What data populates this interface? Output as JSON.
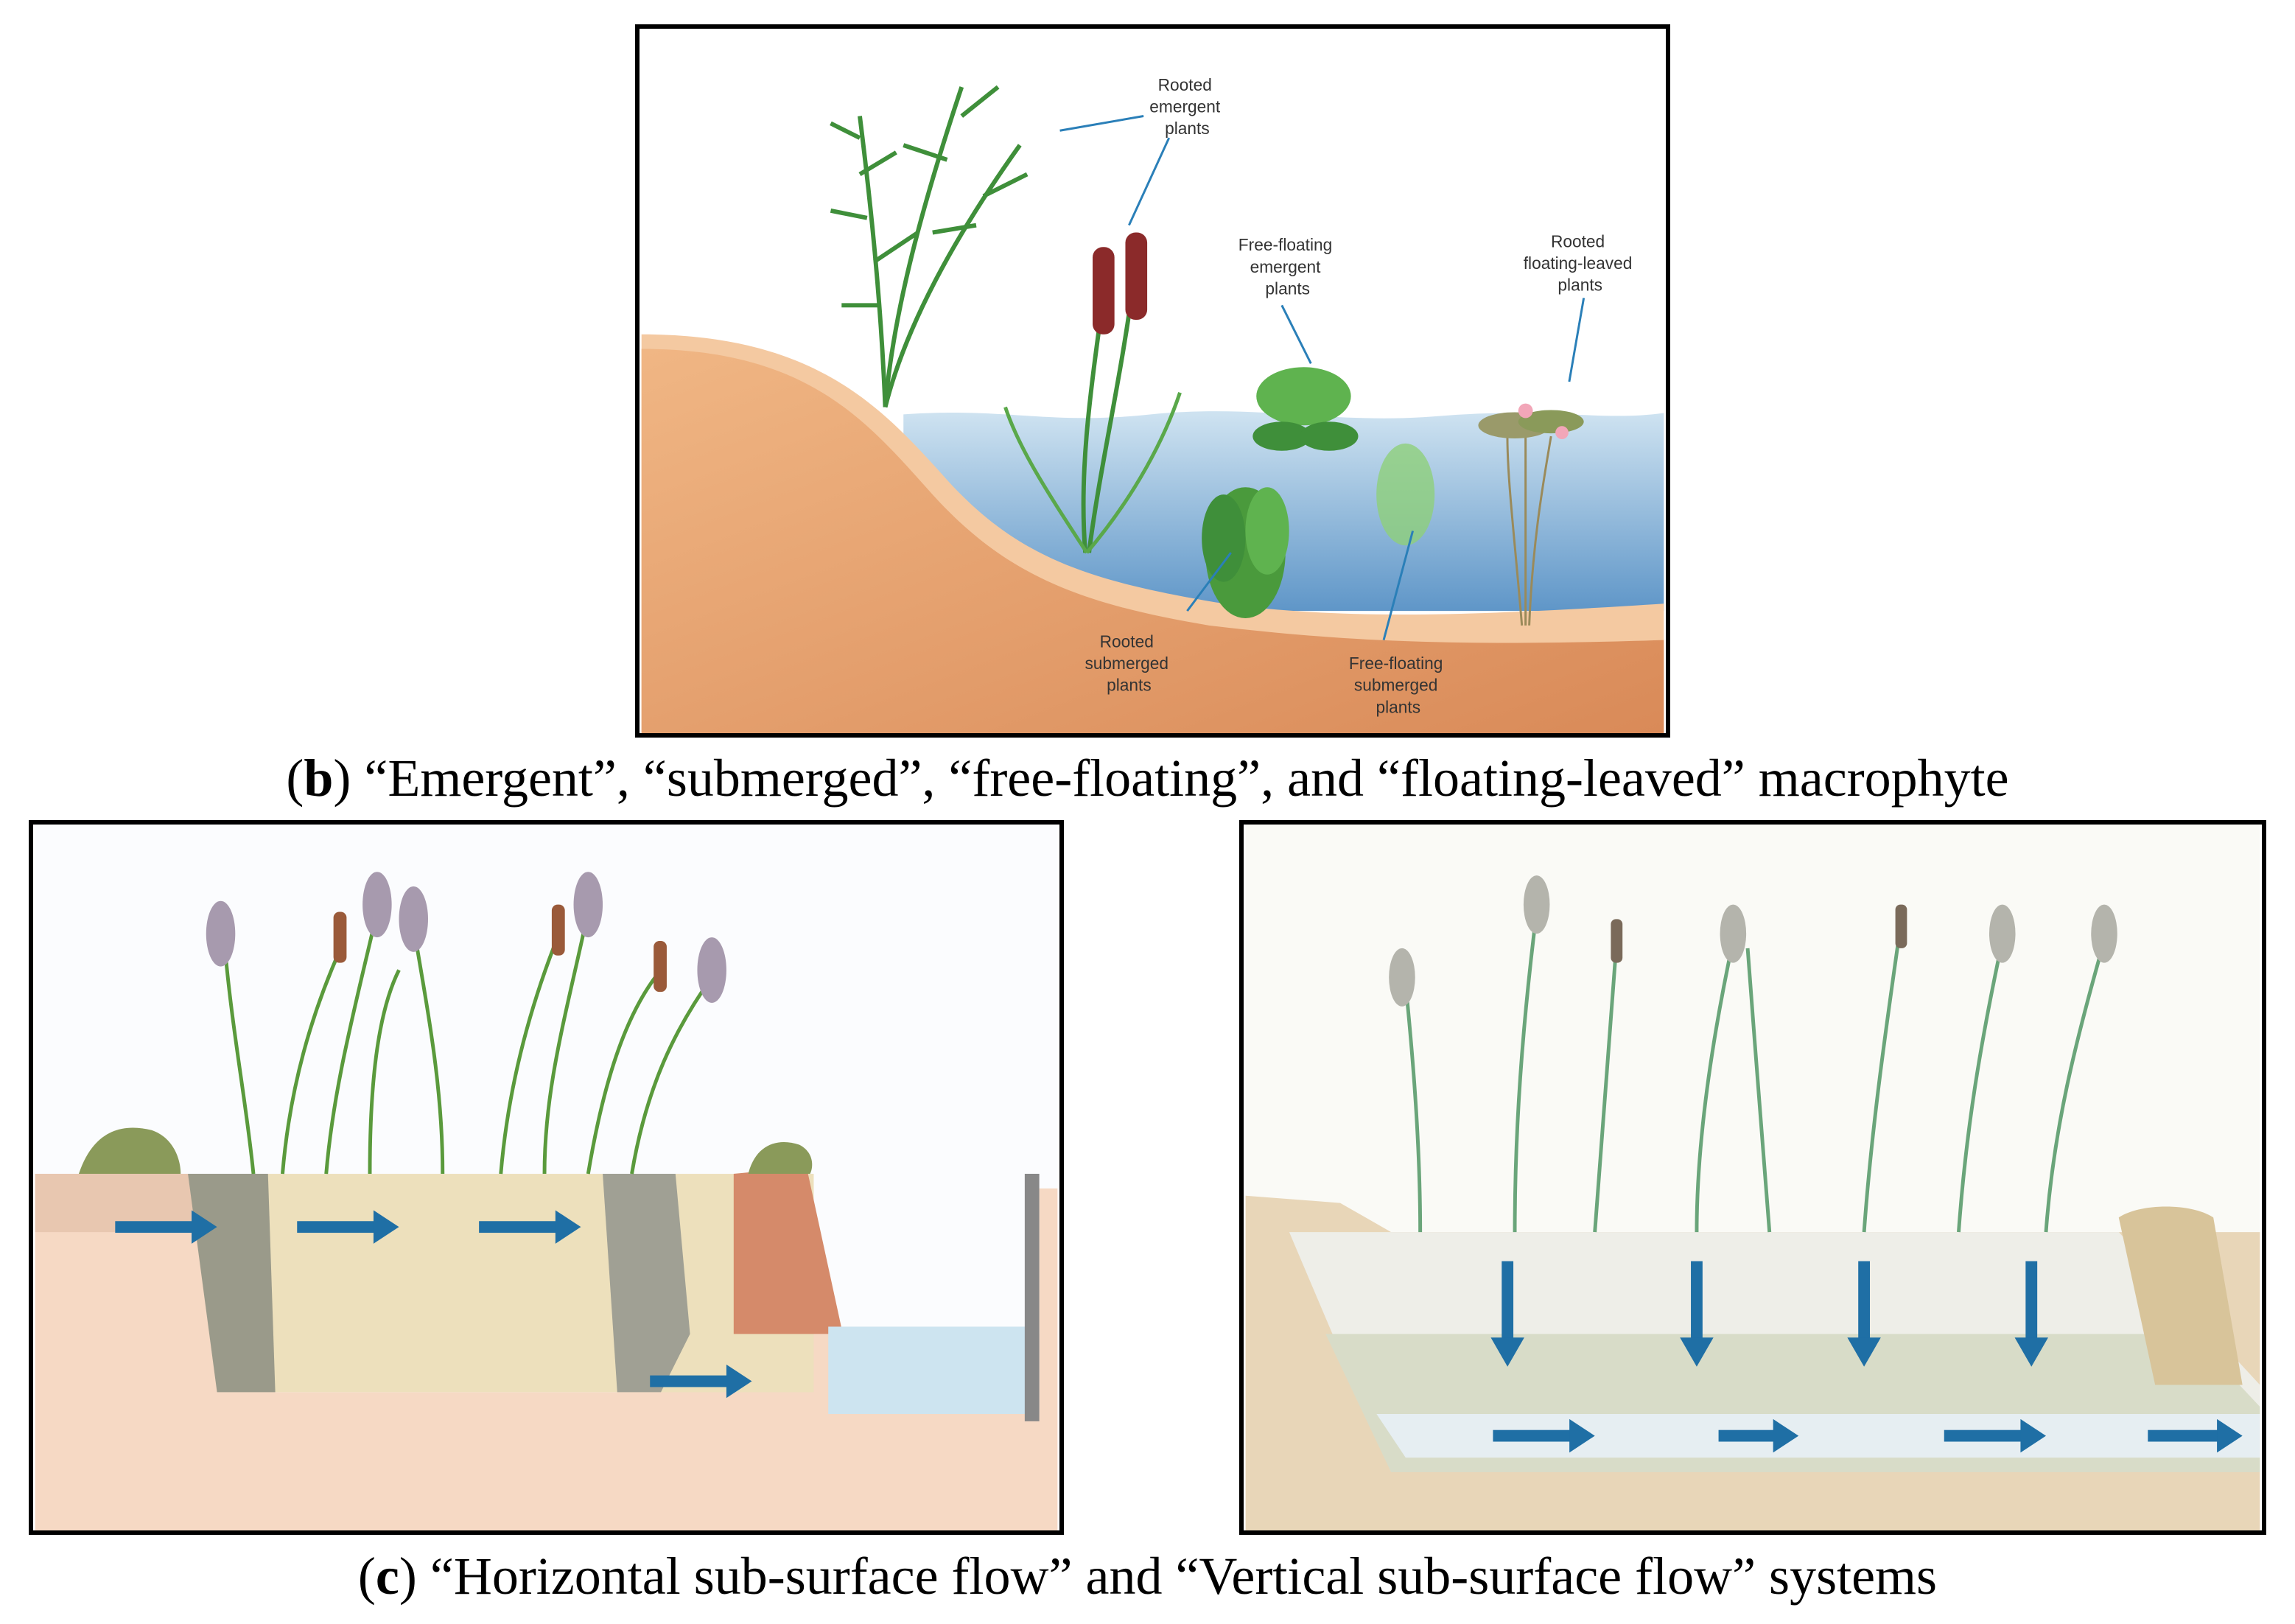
{
  "panel_b": {
    "labels": {
      "rooted_emergent": [
        "Rooted",
        "emergent",
        "plants"
      ],
      "free_floating_emergent": [
        "Free-floating",
        "emergent",
        "plants"
      ],
      "rooted_floating_leaved": [
        "Rooted",
        "floating-leaved",
        "plants"
      ],
      "rooted_submerged": [
        "Rooted",
        "submerged",
        "plants"
      ],
      "free_floating_submerged": [
        "Free-floating",
        "submerged",
        "plants"
      ]
    },
    "caption": {
      "letter": "b",
      "text": "“Emergent”, “submerged”, “free-floating”, and “floating-leaved” macrophyte"
    }
  },
  "panel_c": {
    "caption": {
      "letter": "c",
      "text": "“Horizontal sub-surface flow” and “Vertical sub-surface flow” systems"
    }
  },
  "colors": {
    "soil": "#e7a06f",
    "water": "#8fb8d8",
    "sand": "#f2c8a0",
    "flow_arrow": "#1f6fa5",
    "plant_green": "#4a9a3c",
    "cattail": "#8b2a2a"
  }
}
